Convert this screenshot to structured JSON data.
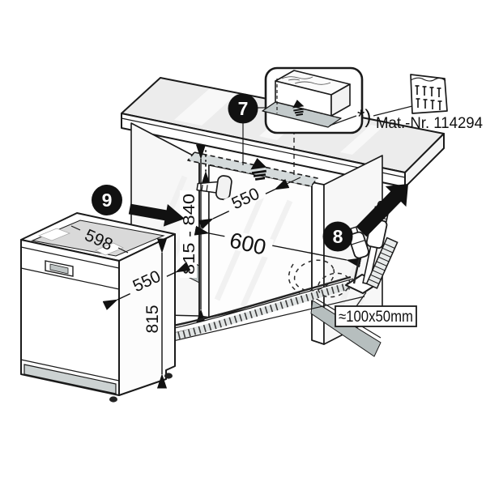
{
  "figure": {
    "type": "appliance-installation-diagram",
    "callouts": {
      "plate_step": "7",
      "hose_step": "8",
      "appliance_step": "9"
    },
    "dimensions": {
      "niche_height_range": "815 - 840",
      "niche_depth": "550",
      "niche_width": "600",
      "appliance_width": "598",
      "appliance_depth": "550",
      "appliance_height": "815",
      "hose_cutout": "≈100x50mm"
    },
    "annotations": {
      "footnote_marker": "*)",
      "material_number": "Mat.-Nr. 114294"
    },
    "colors": {
      "line": "#1a1a1a",
      "surface_gray": "#ececec",
      "metal_gray": "#c3cacb",
      "accent_black": "#111111"
    }
  }
}
